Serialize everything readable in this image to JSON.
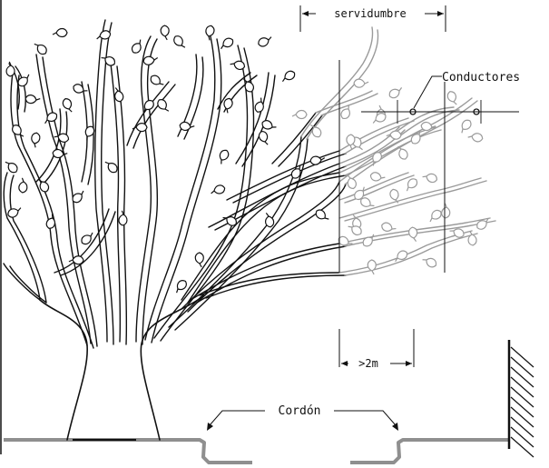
{
  "labels": {
    "servidumbre": "servidumbre",
    "conductores": "Conductores",
    "distance": ">2m",
    "cordon": "Cordón"
  },
  "colors": {
    "ink": "#111111",
    "pruned": "#9a9a9a",
    "ground": "#8f8f8f",
    "wall_hatch": "#111111"
  },
  "icons": {
    "leaf": "leaf-icon",
    "conductor": "conductor-icon"
  }
}
